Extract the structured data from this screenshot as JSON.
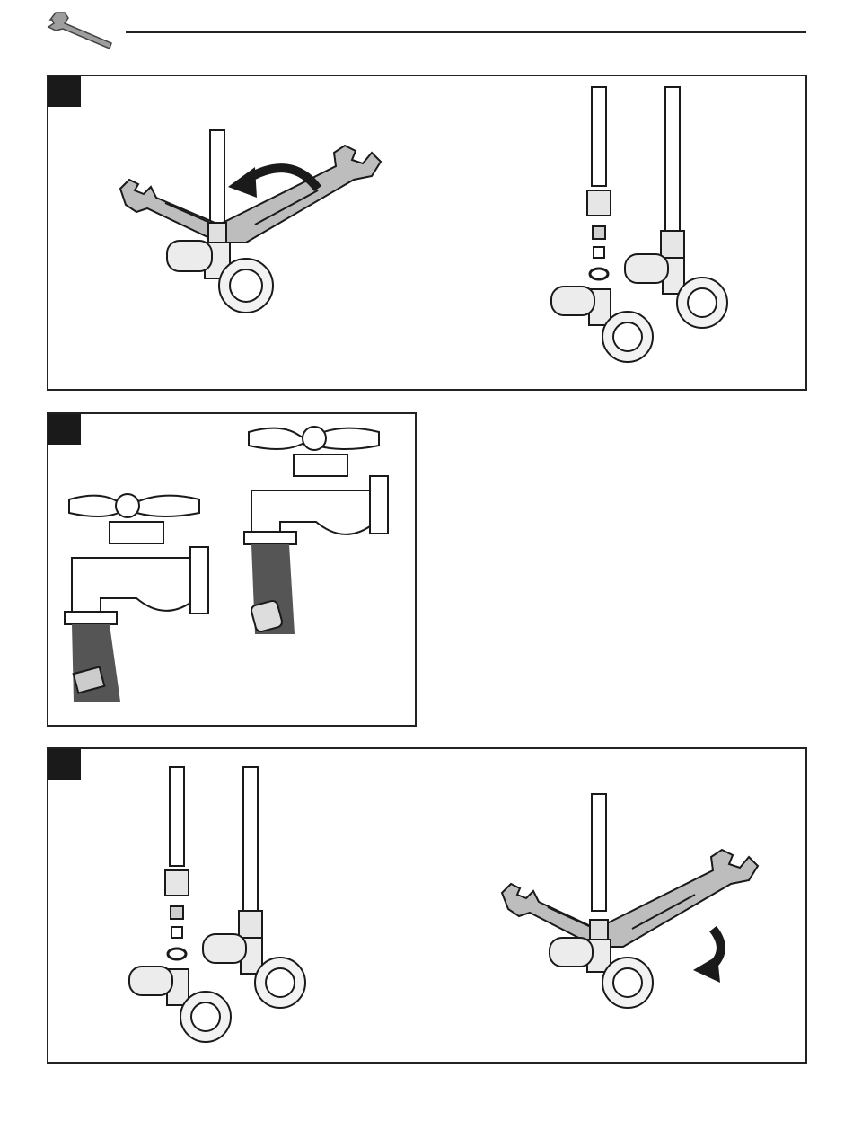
{
  "header": {
    "icon": "wrench-icon"
  },
  "steps": [
    {
      "number": "",
      "figures": [
        "wrench-loosening-supply-nut",
        "disconnected-supply-line-parts"
      ]
    },
    {
      "number": "",
      "figures": [
        "faucet-flushing-filter-screen",
        "faucet-flushing-check-valve"
      ]
    },
    {
      "number": "",
      "figures": [
        "reassembled-supply-line-parts",
        "wrench-tightening-supply-nut"
      ]
    }
  ],
  "colors": {
    "line": "#1a1a1a",
    "metal": "#d9d9d9",
    "wrench": "#bdbdbd",
    "water_dark": "#2a2a2a"
  }
}
